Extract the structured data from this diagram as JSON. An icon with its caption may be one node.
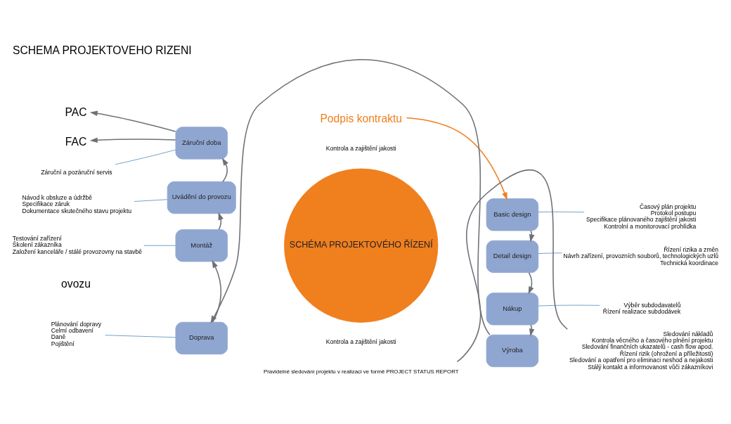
{
  "diagram": {
    "title": "SCHEMA PROJEKTOVEHO RIZENI",
    "nodes": [
      {
        "text": [
          "Podpis kontraktu"
        ]
      },
      {
        "text": [
          "PAC"
        ]
      },
      {
        "text": [
          "FAC"
        ]
      },
      {
        "text": [
          "SCHÉMA PROJEKTOVÉHO ŘÍZENÍ"
        ]
      },
      {
        "text": [
          "Basic design"
        ]
      },
      {
        "text": [
          "Detail design"
        ]
      },
      {
        "text": [
          "Nákup"
        ]
      },
      {
        "text": [
          "Výroba"
        ]
      },
      {
        "text": [
          "Doprava"
        ]
      },
      {
        "text": [
          "Montáž"
        ]
      },
      {
        "text": [
          "Uvádění do provozu"
        ]
      },
      {
        "text": [
          "Záruční doba"
        ]
      },
      {
        "text": [
          "Pravidelné sledování projektu v realizaci ve formě PROJECT STATUS REPORT"
        ]
      },
      {
        "text": [
          "Časový plán projektu",
          "Protokol postupu",
          "Specifikace plánovaného zajištění jakosti",
          "Kontrolní a monitorovací prohlídka"
        ]
      },
      {
        "text": [
          "Řízení rizika a změn",
          "Návrh zařízení, provozních souborů, technologických uzlů",
          "Technická koordinace"
        ]
      },
      {
        "text": [
          "Výběr subdodavatelů",
          "Řízení realizace subdodávek"
        ]
      },
      {
        "text": [
          "Sledování nákladů",
          "Kontrola věcného a časového plnění projektu",
          "Sledování finančních ukazatelů - cash flow apod.",
          "Řízení rizik (ohrožení a příležitosti)",
          "Sledování a opatření pro eliminaci neshod a nejakosti",
          "Stálý kontakt a informovanost vůči zákazníkovi"
        ]
      },
      {
        "text": [
          "Záruční a pozáruční servis"
        ]
      },
      {
        "text": [
          "Návod k obsluze a údržbě",
          "Specifikace záruk",
          "Dokumentace skutečného stavu projektu"
        ]
      },
      {
        "text": [
          "Testování zařízení",
          "Školení zákazníka",
          "Založení kanceláře / stálé provozovny na stavbě"
        ]
      },
      {
        "text": [
          "Plánování dopravy",
          "Celmí odbavení",
          "Daně",
          "Pojištění"
        ]
      }
    ],
    "edges": [
      {
        "from": 0,
        "to": 4,
        "arrow": "to",
        "color": "#f07f1e"
      },
      {
        "from": 4,
        "to": 5,
        "arrow": "to"
      },
      {
        "from": 5,
        "to": 6,
        "arrow": "to"
      },
      {
        "from": 6,
        "to": 7,
        "arrow": "to"
      },
      {
        "from": 7,
        "to": 8,
        "arrow": "to"
      },
      {
        "from": 8,
        "to": 9,
        "arrow": "to"
      },
      {
        "from": 9,
        "to": 10,
        "arrow": "to"
      },
      {
        "from": 10,
        "to": 11,
        "arrow": "to"
      },
      {
        "from": 11,
        "to": 1,
        "arrow": "to"
      },
      {
        "from": 11,
        "to": 2,
        "arrow": "to"
      },
      {
        "from": 13,
        "to": 4,
        "arrow": "none",
        "color": "#4f86b8"
      },
      {
        "from": 14,
        "to": 5,
        "arrow": "none",
        "color": "#4f86b8"
      },
      {
        "from": 15,
        "to": 6,
        "arrow": "none",
        "color": "#4f86b8"
      },
      {
        "from": 16,
        "to": 12,
        "arrow": "none"
      },
      {
        "from": 17,
        "to": 11,
        "arrow": "none",
        "color": "#4f86b8"
      },
      {
        "from": 18,
        "to": 10,
        "arrow": "none",
        "color": "#4f86b8"
      },
      {
        "from": 19,
        "to": 9,
        "arrow": "none",
        "color": "#4f86b8"
      },
      {
        "from": 20,
        "to": 8,
        "arrow": "none",
        "color": "#4f86b8"
      }
    ],
    "labels": [
      "Kontrola a zajištění jakosti",
      "Kontrola a zajištění jakosti",
      "ovozu"
    ]
  }
}
